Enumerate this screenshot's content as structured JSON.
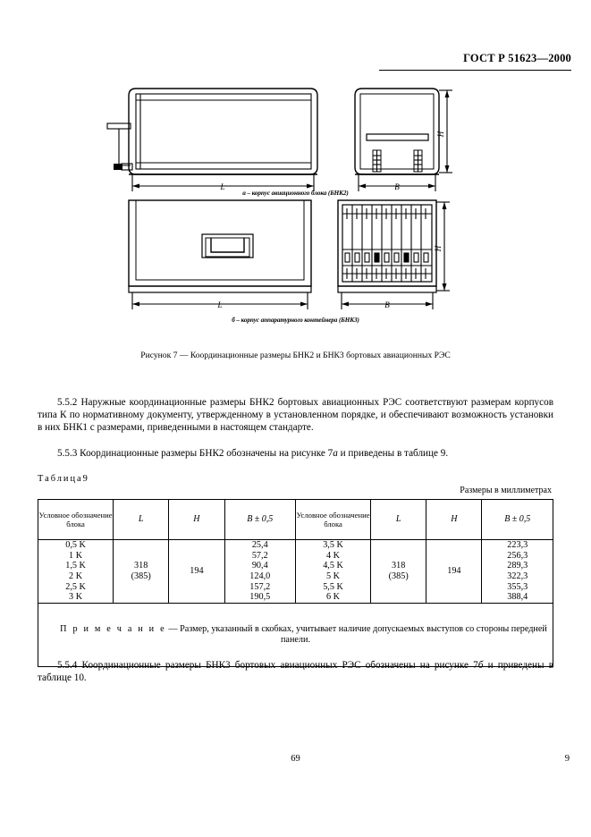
{
  "header": {
    "standard": "ГОСТ Р 51623—2000"
  },
  "figure": {
    "sub_caption_a": "а – корпус авиационного блока (БНК2)",
    "sub_caption_b": "б – корпус аппаратурного контейнера (БНК3)",
    "caption": "Рисунок 7 — Координационные размеры БНК2 и БНК3 бортовых авиационных РЭС",
    "dimension_labels": {
      "length_top": "L",
      "width_top": "B",
      "height_top": "H",
      "length_bottom": "L",
      "width_bottom": "B",
      "height_bottom": "H"
    }
  },
  "paragraphs": {
    "p552": "5.5.2  Наружные координационные размеры БНК2 бортовых авиационных РЭС соответствуют размерам корпусов типа К по нормативному документу, утвержденному в установленном порядке, и обеспечивают возможность установки в них БНК1 с размерами, приведенными в настоящем стандарте.",
    "p553_before": "5.5.3  Координационные размеры БНК2 обозначены на рисунке 7",
    "p553_italic": "а",
    "p553_after": " и приведены в таблице 9.",
    "p554_before": "5.5.4  Координационные размеры БНК3 бортовых авиационных РЭС обозначены на рисунке 7",
    "p554_italic": "б",
    "p554_after": " и приведены в таблице 10."
  },
  "table": {
    "label_word": "Таблица",
    "label_number": "9",
    "units": "Размеры в миллиметрах",
    "headers": [
      "Условное обозначение блока",
      "L",
      "H",
      "B ± 0,5",
      "Условное обозначение блока",
      "L",
      "H",
      "B ± 0,5"
    ],
    "left_block_names": "0,5 K\n1 K\n1,5 K\n2 K\n2,5 K\n3 K",
    "left_L": "318\n(385)",
    "left_H": "194",
    "left_B": "25,4\n57,2\n90,4\n124,0\n157,2\n190,5",
    "right_block_names": "3,5 K\n4 K\n4,5 K\n5 K\n5,5 K\n6 K",
    "right_L": "318\n(385)",
    "right_H": "194",
    "right_B": "223,3\n256,3\n289,3\n322,3\n355,3\n388,4",
    "note_word": "П р и м е ч а н и е",
    "note_text": " — Размер, указанный в скобках, учитывает наличие допускаемых выступов со стороны передней панели."
  },
  "footer": {
    "page_center": "69",
    "page_right": "9"
  },
  "colors": {
    "ink": "#000000",
    "paper": "#ffffff"
  }
}
